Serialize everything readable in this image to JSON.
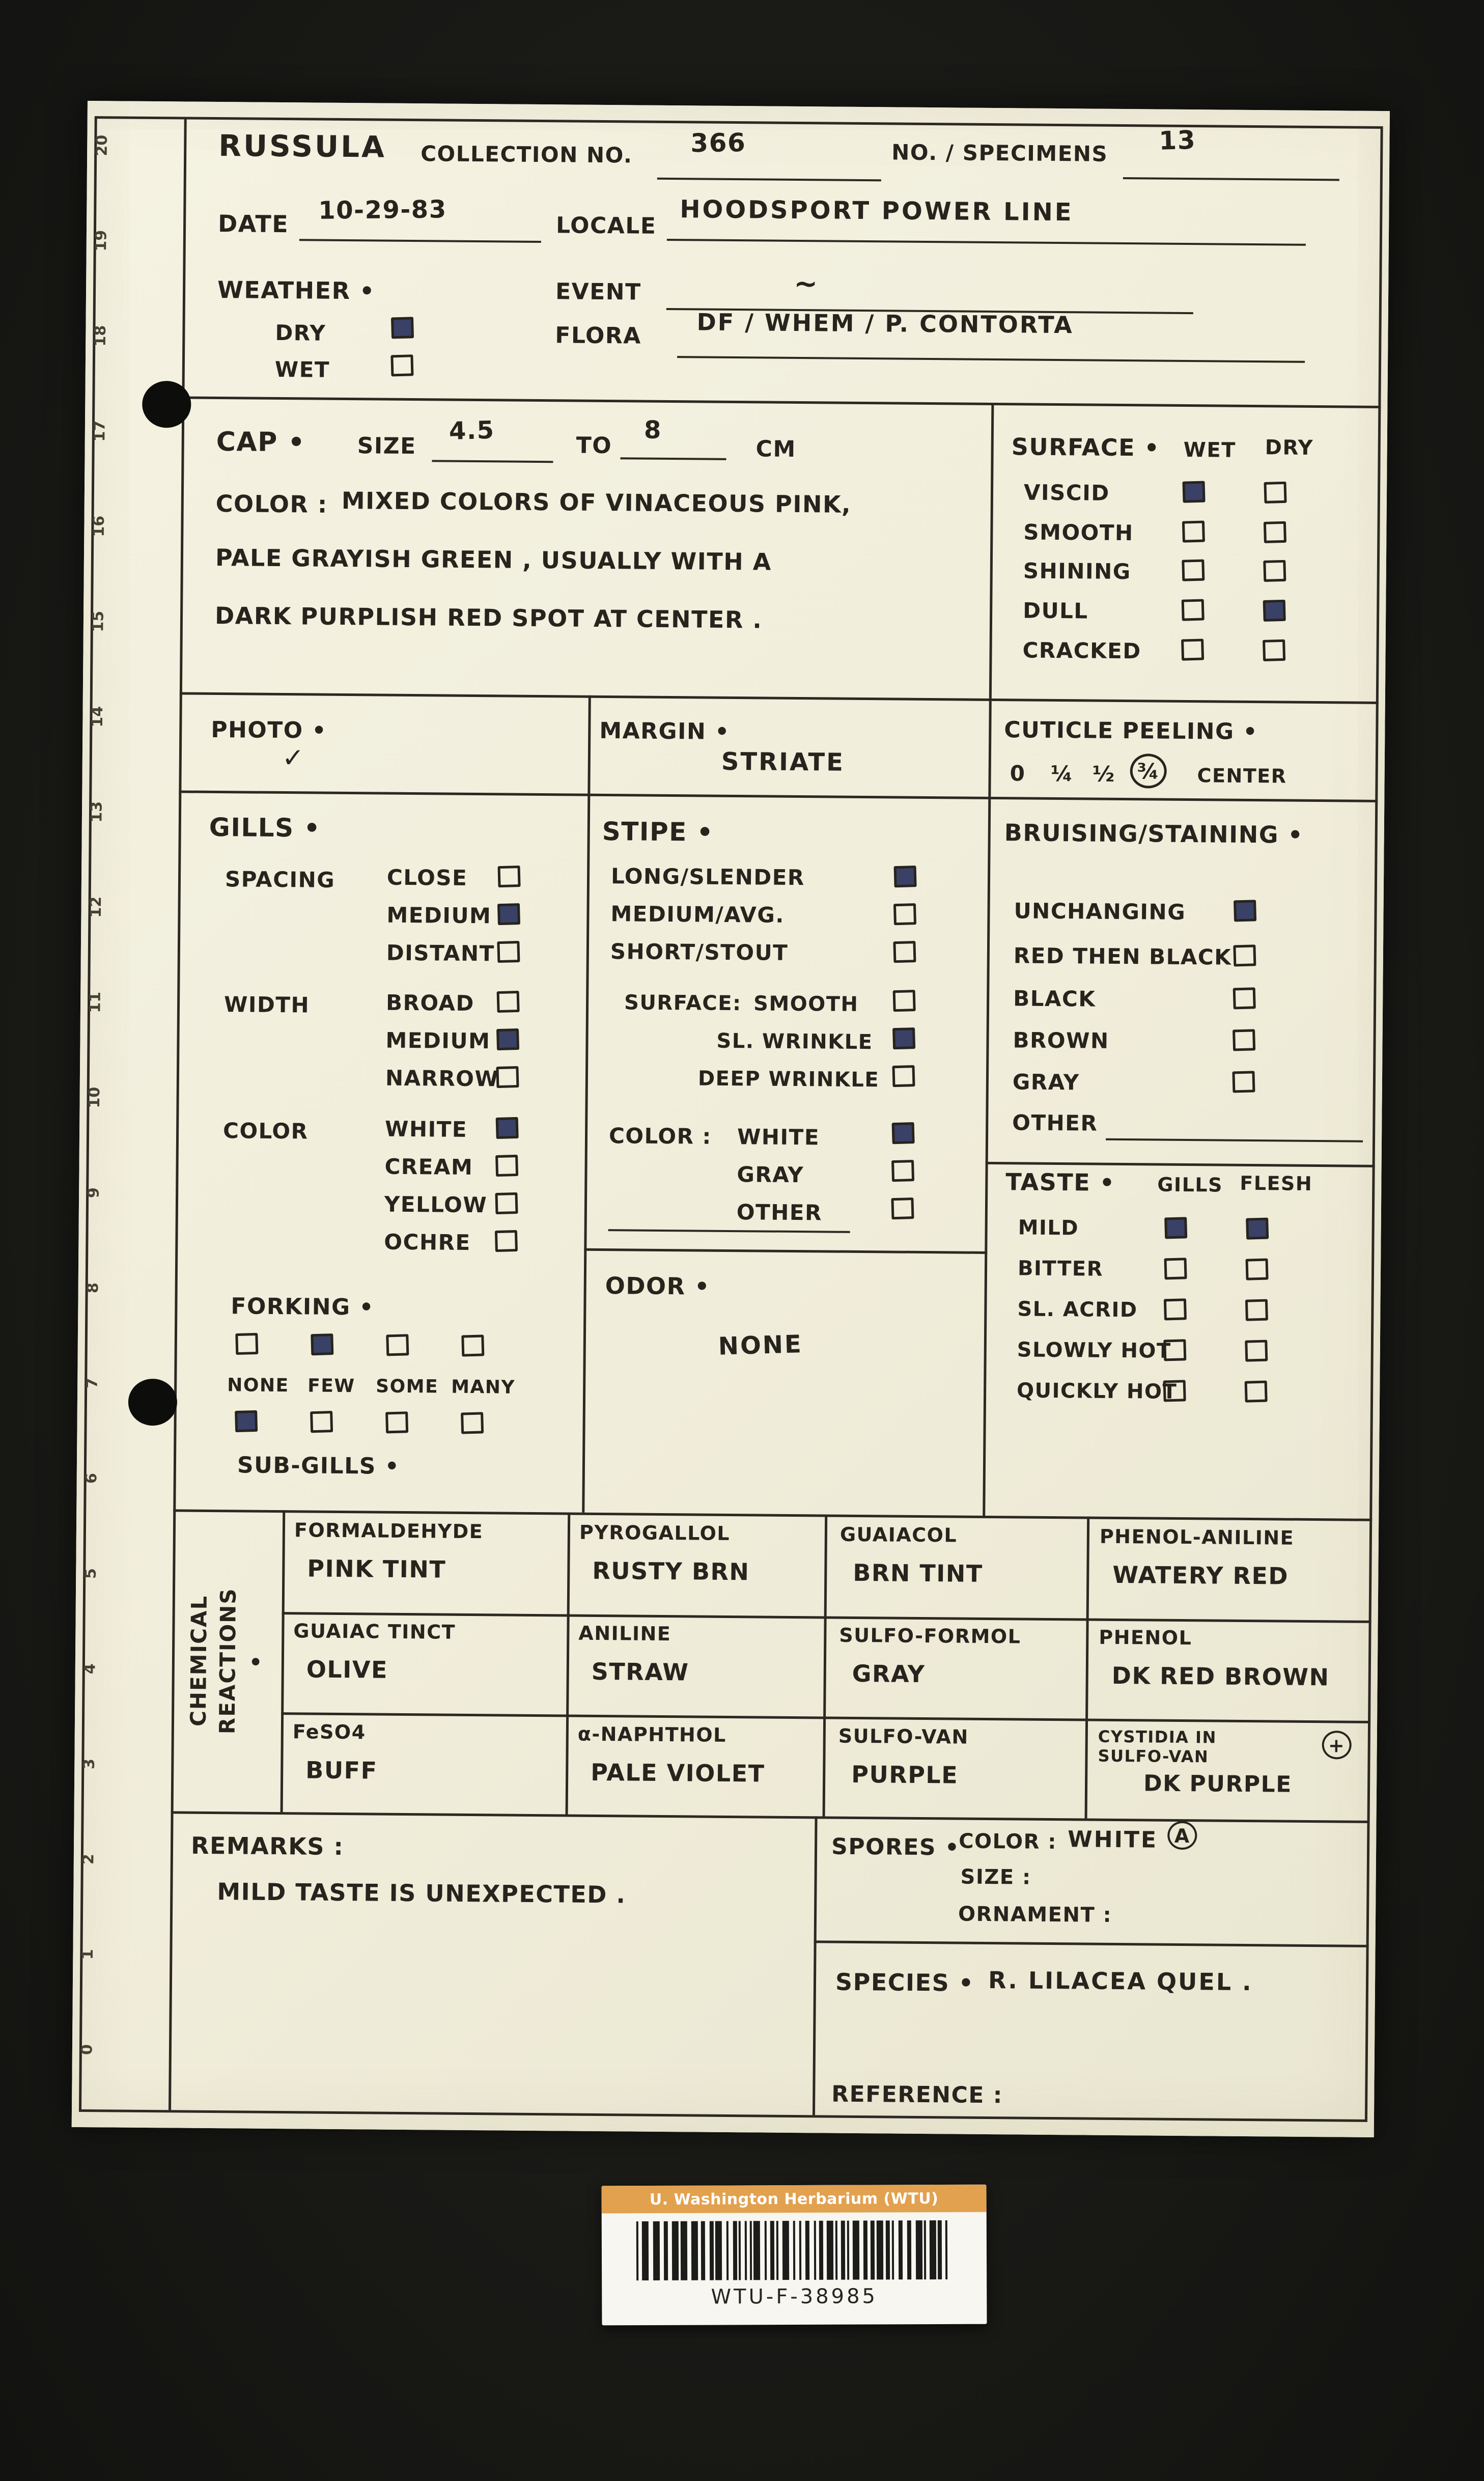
{
  "colors": {
    "background": "#1a1a17",
    "paper": "#f2efde",
    "ink": "#27241e",
    "check_fill": "#3a4166",
    "label_header_bg": "#e2a14f"
  },
  "ruler": {
    "numbers": [
      "20",
      "19",
      "18",
      "17",
      "16",
      "15",
      "14",
      "13",
      "12",
      "11",
      "10",
      "9",
      "8",
      "7",
      "6",
      "5",
      "4",
      "3",
      "2",
      "1",
      "0"
    ]
  },
  "header": {
    "title": "RUSSULA",
    "collection_no_label": "COLLECTION NO.",
    "collection_no_value": "366",
    "specimens_label": "NO. / SPECIMENS",
    "specimens_value": "13",
    "date_label": "DATE",
    "date_value": "10-29-83",
    "locale_label": "LOCALE",
    "locale_value": "HOODSPORT POWER LINE",
    "weather_label": "WEATHER •",
    "event_label": "EVENT",
    "event_value": "~",
    "dry_label": "DRY",
    "dry_checked": true,
    "wet_label": "WET",
    "wet_checked": false,
    "flora_label": "FLORA",
    "flora_value": "DF / WHEM / P. CONTORTA"
  },
  "cap": {
    "label": "CAP •",
    "size_label": "SIZE",
    "size_from": "4.5",
    "to_label": "TO",
    "size_to": "8",
    "unit_label": "CM",
    "color_label": "COLOR :",
    "color_line1": "MIXED COLORS OF VINACEOUS PINK,",
    "color_line2": "PALE GRAYISH GREEN , USUALLY WITH A",
    "color_line3": "DARK PURPLISH RED SPOT AT CENTER ."
  },
  "surface": {
    "label": "SURFACE •",
    "wet_col": "WET",
    "dry_col": "DRY",
    "rows": [
      {
        "label": "VISCID",
        "wet": true,
        "dry": false
      },
      {
        "label": "SMOOTH",
        "wet": false,
        "dry": false
      },
      {
        "label": "SHINING",
        "wet": false,
        "dry": false
      },
      {
        "label": "DULL",
        "wet": false,
        "dry": true
      },
      {
        "label": "CRACKED",
        "wet": false,
        "dry": false
      }
    ]
  },
  "photo": {
    "label": "PHOTO •",
    "value": "✓"
  },
  "margin": {
    "label": "MARGIN •",
    "value": "STRIATE"
  },
  "cuticle": {
    "label": "CUTICLE PEELING •",
    "opt0": "0",
    "opt1": "¼",
    "opt2": "½",
    "opt3": "¾",
    "opt4": "CENTER",
    "selected": "¾"
  },
  "gills": {
    "label": "GILLS •",
    "spacing_label": "SPACING",
    "spacing": [
      {
        "label": "CLOSE",
        "checked": false
      },
      {
        "label": "MEDIUM",
        "checked": true
      },
      {
        "label": "DISTANT",
        "checked": false
      }
    ],
    "width_label": "WIDTH",
    "width": [
      {
        "label": "BROAD",
        "checked": false
      },
      {
        "label": "MEDIUM",
        "checked": true
      },
      {
        "label": "NARROW",
        "checked": false
      }
    ],
    "color_label": "COLOR",
    "color": [
      {
        "label": "WHITE",
        "checked": true
      },
      {
        "label": "CREAM",
        "checked": false
      },
      {
        "label": "YELLOW",
        "checked": false
      },
      {
        "label": "OCHRE",
        "checked": false
      }
    ],
    "forking_label": "FORKING •",
    "forking_options": [
      "NONE",
      "FEW",
      "SOME",
      "MANY"
    ],
    "forking_checked": [
      false,
      true,
      false,
      false
    ],
    "subgills_label": "SUB-GILLS •",
    "subgills_checked": [
      true,
      false,
      false,
      false
    ]
  },
  "stipe": {
    "label": "STIPE •",
    "form": [
      {
        "label": "LONG/SLENDER",
        "checked": true
      },
      {
        "label": "MEDIUM/AVG.",
        "checked": false
      },
      {
        "label": "SHORT/STOUT",
        "checked": false
      }
    ],
    "surface_label": "SURFACE:",
    "surface": [
      {
        "label": "SMOOTH",
        "checked": false
      },
      {
        "label": "SL. WRINKLE",
        "checked": true
      },
      {
        "label": "DEEP WRINKLE",
        "checked": false
      }
    ],
    "color_label": "COLOR :",
    "color": [
      {
        "label": "WHITE",
        "checked": true
      },
      {
        "label": "GRAY",
        "checked": false
      },
      {
        "label": "OTHER",
        "checked": false
      }
    ]
  },
  "odor": {
    "label": "ODOR •",
    "value": "NONE"
  },
  "bruising": {
    "label": "BRUISING/STAINING •",
    "rows": [
      {
        "label": "UNCHANGING",
        "checked": true
      },
      {
        "label": "RED THEN BLACK",
        "checked": false
      },
      {
        "label": "BLACK",
        "checked": false
      },
      {
        "label": "BROWN",
        "checked": false
      },
      {
        "label": "GRAY",
        "checked": false
      }
    ],
    "other_label": "OTHER"
  },
  "taste": {
    "label": "TASTE •",
    "gills_col": "GILLS",
    "flesh_col": "FLESH",
    "rows": [
      {
        "label": "MILD",
        "gills": true,
        "flesh": true
      },
      {
        "label": "BITTER",
        "gills": false,
        "flesh": false
      },
      {
        "label": "SL. ACRID",
        "gills": false,
        "flesh": false
      },
      {
        "label": "SLOWLY HOT",
        "gills": false,
        "flesh": false
      },
      {
        "label": "QUICKLY HOT",
        "gills": false,
        "flesh": false
      }
    ]
  },
  "chemical": {
    "label_line1": "CHEMICAL",
    "label_line2": "REACTIONS •",
    "cells": [
      [
        {
          "reagent": "FORMALDEHYDE",
          "result": "PINK TINT"
        },
        {
          "reagent": "PYROGALLOL",
          "result": "RUSTY BRN"
        },
        {
          "reagent": "GUAIACOL",
          "result": "BRN TINT"
        },
        {
          "reagent": "PHENOL-ANILINE",
          "result": "WATERY RED"
        }
      ],
      [
        {
          "reagent": "GUAIAC TINCT",
          "result": "OLIVE"
        },
        {
          "reagent": "ANILINE",
          "result": "STRAW"
        },
        {
          "reagent": "SULFO-FORMOL",
          "result": "GRAY"
        },
        {
          "reagent": "PHENOL",
          "result": "DK RED BROWN"
        }
      ],
      [
        {
          "reagent": "FeSO4",
          "result": "BUFF"
        },
        {
          "reagent": "α-NAPHTHOL",
          "result": "PALE VIOLET"
        },
        {
          "reagent": "SULFO-VAN",
          "result": "PURPLE"
        },
        {
          "reagent": "CYSTIDIA IN SULFO-VAN",
          "annotation": "+",
          "result": "DK PURPLE"
        }
      ]
    ]
  },
  "remarks": {
    "label": "REMARKS :",
    "value": "MILD TASTE IS UNEXPECTED ."
  },
  "spores": {
    "label": "SPORES •",
    "color_label": "COLOR :",
    "color_value": "WHITE",
    "color_annotation": "A",
    "size_label": "SIZE :",
    "ornament_label": "ORNAMENT :"
  },
  "species": {
    "label": "SPECIES •",
    "value": "R. LILACEA QUEL ."
  },
  "reference": {
    "label": "REFERENCE :"
  },
  "herbarium_label": {
    "title": "U. Washington Herbarium (WTU)",
    "barcode_text": "WTU-F-38985"
  }
}
